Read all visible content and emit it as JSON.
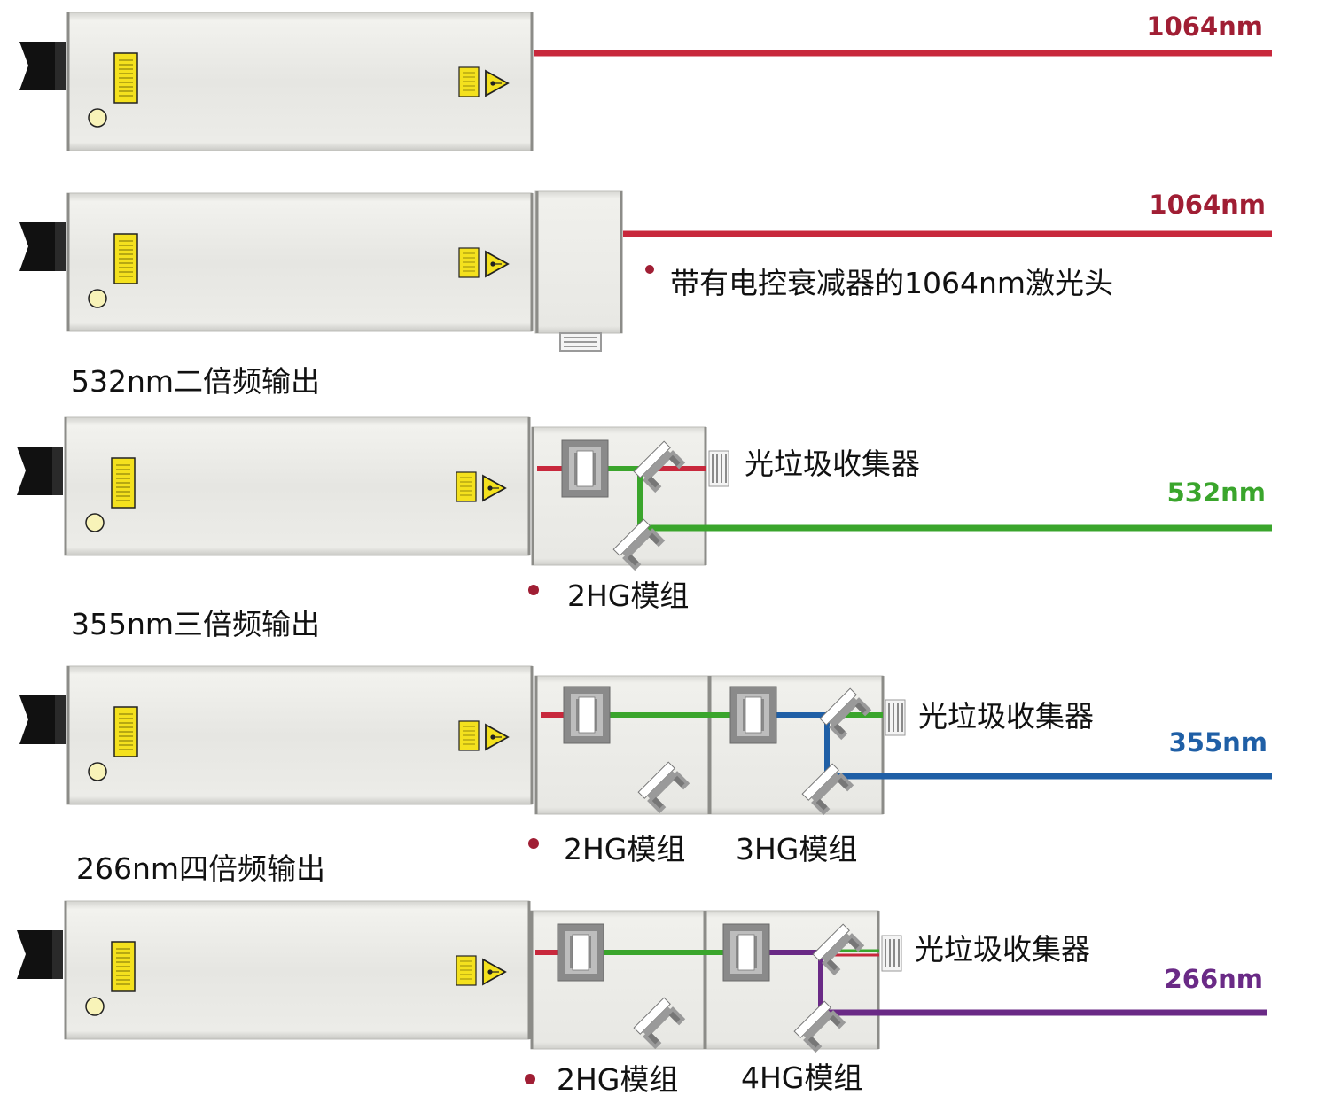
{
  "colors": {
    "ir": "#c8283c",
    "green": "#3aa52c",
    "blue": "#1f5fa6",
    "purple": "#6a2a86",
    "ir_label": "#a01e34",
    "green_label": "#3aa52c",
    "blue_label": "#1f5fa6",
    "purple_label": "#6a2a86",
    "housing": "#eaeae6",
    "warning": "#f4e11e"
  },
  "rows": [
    {
      "wavelength": "1064nm"
    },
    {
      "wavelength": "1064nm",
      "note": "带有电控衰减器的1064nm激光头"
    },
    {
      "heading": "532nm二倍频输出",
      "wavelength": "532nm",
      "dump": "光垃圾收集器",
      "modules": [
        "2HG模组"
      ]
    },
    {
      "heading": "355nm三倍频输出",
      "wavelength": "355nm",
      "dump": "光垃圾收集器",
      "modules": [
        "2HG模组",
        "3HG模组"
      ]
    },
    {
      "heading": "266nm四倍频输出",
      "wavelength": "266nm",
      "dump": "光垃圾收集器",
      "modules": [
        "2HG模组",
        "4HG模组"
      ]
    }
  ]
}
